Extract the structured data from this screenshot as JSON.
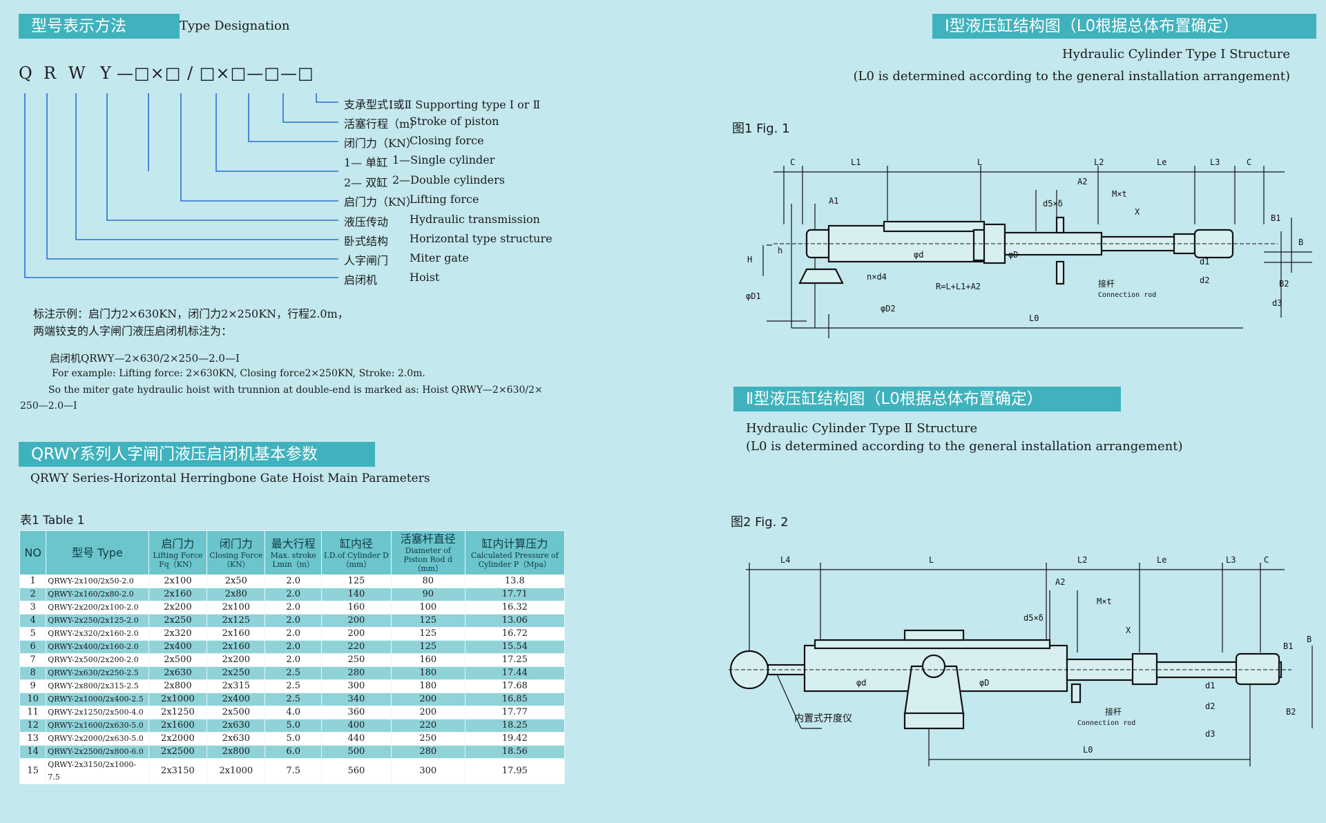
{
  "left": {
    "designation_title_cn": "型号表示方法",
    "designation_title_en": "Type Designation",
    "code_letters": [
      "Q",
      "R",
      "W",
      "Y"
    ],
    "code_tail": "—□×□ / □×□—□—□",
    "legend": [
      {
        "cn": "支承型式：",
        "en": "Ⅰ或Ⅱ Supporting type Ⅰ or Ⅱ"
      },
      {
        "cn": "活塞行程（m）",
        "en": "Stroke of piston"
      },
      {
        "cn": "闭门力（KN）",
        "en": "Closing force"
      },
      {
        "cn": "1— 单缸",
        "en": "1—Single cylinder"
      },
      {
        "cn": "2— 双缸",
        "en": "2—Double cylinders"
      },
      {
        "cn": "启门力（KN）",
        "en": "Lifting force"
      },
      {
        "cn": "液压传动",
        "en": "Hydraulic transmission"
      },
      {
        "cn": "卧式结构",
        "en": "Horizontal type structure"
      },
      {
        "cn": "人字闸门",
        "en": "Miter gate"
      },
      {
        "cn": "启闭机",
        "en": "Hoist"
      }
    ],
    "example_cn_1": "标注示例：启门力2×630KN，闭门力2×250KN，行程2.0m，",
    "example_cn_2": "两端铰支的人字闸门液压启闭机标注为：",
    "example_code": "启闭机QRWY—2×630/2×250—2.0—Ⅰ",
    "example_en_1": "For example: Lifting force: 2×630KN, Closing force2×250KN, Stroke: 2.0m.",
    "example_en_2": "So the miter gate hydraulic hoist with trunnion at double-end is marked as:  Hoist QRWY—2×630/2×",
    "example_en_3": "250—2.0—Ⅰ",
    "params_title_cn": "QRWY系列人字闸门液压启闭机基本参数",
    "params_title_en": "QRWY Series-Horizontal Herringbone Gate Hoist Main Parameters",
    "table_caption": "表1  Table 1",
    "table_headers": [
      {
        "cn": "NO",
        "en": ""
      },
      {
        "cn": "型号 Type",
        "en": ""
      },
      {
        "cn": "启门力",
        "en": "Lifting Force Fq（KN）"
      },
      {
        "cn": "闭门力",
        "en": "Closing Force （KN）"
      },
      {
        "cn": "最大行程",
        "en": "Max. stroke Lmin（m）"
      },
      {
        "cn": "缸内径",
        "en": "I.D.of Cylinder D（mm）"
      },
      {
        "cn": "活塞杆直径",
        "en": "Diameter of Piston Rod d（mm）"
      },
      {
        "cn": "缸内计算压力",
        "en": "Calculated Pressure of Cylinder P（Mpa）"
      }
    ],
    "table_rows": [
      [
        "1",
        "QRWY-2x100/2x50-2.0",
        "2x100",
        "2x50",
        "2.0",
        "125",
        "80",
        "13.8"
      ],
      [
        "2",
        "QRWY-2x160/2x80-2.0",
        "2x160",
        "2x80",
        "2.0",
        "140",
        "90",
        "17.71"
      ],
      [
        "3",
        "QRWY-2x200/2x100-2.0",
        "2x200",
        "2x100",
        "2.0",
        "160",
        "100",
        "16.32"
      ],
      [
        "4",
        "QRWY-2x250/2x125-2.0",
        "2x250",
        "2x125",
        "2.0",
        "200",
        "125",
        "13.06"
      ],
      [
        "5",
        "QRWY-2x320/2x160-2.0",
        "2x320",
        "2x160",
        "2.0",
        "200",
        "125",
        "16.72"
      ],
      [
        "6",
        "QRWY-2x400/2x160-2.0",
        "2x400",
        "2x160",
        "2.0",
        "220",
        "125",
        "15.54"
      ],
      [
        "7",
        "QRWY-2x500/2x200-2.0",
        "2x500",
        "2x200",
        "2.0",
        "250",
        "160",
        "17.25"
      ],
      [
        "8",
        "QRWY-2x630/2x250-2.5",
        "2x630",
        "2x250",
        "2.5",
        "280",
        "180",
        "17.44"
      ],
      [
        "9",
        "QRWY-2x800/2x315-2.5",
        "2x800",
        "2x315",
        "2.5",
        "300",
        "180",
        "17.68"
      ],
      [
        "10",
        "QRWY-2x1000/2x400-2.5",
        "2x1000",
        "2x400",
        "2.5",
        "340",
        "200",
        "16.85"
      ],
      [
        "11",
        "QRWY-2x1250/2x500-4.0",
        "2x1250",
        "2x500",
        "4.0",
        "360",
        "200",
        "17.77"
      ],
      [
        "12",
        "QRWY-2x1600/2x630-5.0",
        "2x1600",
        "2x630",
        "5.0",
        "400",
        "220",
        "18.25"
      ],
      [
        "13",
        "QRWY-2x2000/2x630-5.0",
        "2x2000",
        "2x630",
        "5.0",
        "440",
        "250",
        "19.42"
      ],
      [
        "14",
        "QRWY-2x2500/2x800-6.0",
        "2x2500",
        "2x800",
        "6.0",
        "500",
        "280",
        "18.56"
      ],
      [
        "15",
        "QRWY-2x3150/2x1000-7.5",
        "2x3150",
        "2x1000",
        "7.5",
        "560",
        "300",
        "17.95"
      ]
    ]
  },
  "right": {
    "type1_title_cn": "Ⅰ型液压缸结构图（L0根据总体布置确定）",
    "type1_title_en": "Hydraulic Cylinder Type Ⅰ Structure",
    "type1_note_en": "(L0 is determined according to the general installation arrangement)",
    "fig1_label": "图1  Fig. 1",
    "fig1_dims": {
      "C_left": "C",
      "L1": "L1",
      "L": "L",
      "L2": "L2",
      "Le": "Le",
      "L3": "L3",
      "C_right": "C",
      "A1": "A1",
      "A2": "A2",
      "Mxt": "M×t",
      "d5": "d5×δ",
      "X": "X",
      "B1": "B1",
      "B": "B",
      "B2": "B2",
      "H": "H",
      "h": "h",
      "phid": "φd",
      "phiD": "φD",
      "nxd4": "n×d4",
      "R": "R=L+L1+A2",
      "phiD1": "φD1",
      "phiD2": "φD2",
      "L0": "L0",
      "d1": "d1",
      "d2": "d2",
      "d3": "d3",
      "rod_cn": "接杆",
      "rod_en": "Connection rod"
    },
    "type2_title_cn": "Ⅱ型液压缸结构图（L0根据总体布置确定）",
    "type2_title_en": "Hydraulic Cylinder Type Ⅱ Structure",
    "type2_note_en": "(L0 is determined according to the general installation arrangement)",
    "fig2_label": "图2  Fig. 2",
    "fig2_dims": {
      "L4": "L4",
      "L": "L",
      "L2": "L2",
      "Le": "Le",
      "L3": "L3",
      "C": "C",
      "A2": "A2",
      "Mxt": "M×t",
      "d5": "d5×δ",
      "X": "X",
      "B1": "B1",
      "B": "B",
      "B2": "B2",
      "phid": "φd",
      "phiD": "φD",
      "d1": "d1",
      "d2": "d2",
      "d3": "d3",
      "L0": "L0",
      "opener": "内置式开度仪",
      "rod_cn": "接杆",
      "rod_en": "Connection rod"
    }
  },
  "colors": {
    "background": "#c3e8ee",
    "accent_bar": "#3fb2bd",
    "table_header": "#6cc5cd",
    "table_stripe": "#8fd3d9",
    "leader_line": "#2a6fd0"
  }
}
